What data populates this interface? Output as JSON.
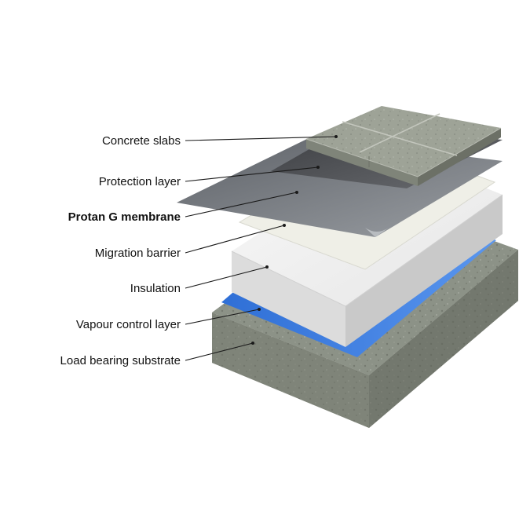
{
  "labels": {
    "concrete_slabs": "Concrete slabs",
    "protection_layer": "Protection layer",
    "protan_g_membrane": "Protan G membrane",
    "migration_barrier": "Migration barrier",
    "insulation": "Insulation",
    "vapour_control_layer": "Vapour control layer",
    "load_bearing_substrate": "Load bearing substrate"
  },
  "colors": {
    "concrete": "#8e948a",
    "protection": "#4e5055",
    "membrane": "#7c8086",
    "migration": "#eeeee6",
    "insulation": "#f4f4f4",
    "vapour": "#3f7fe0",
    "substrate": "#7f8376"
  }
}
